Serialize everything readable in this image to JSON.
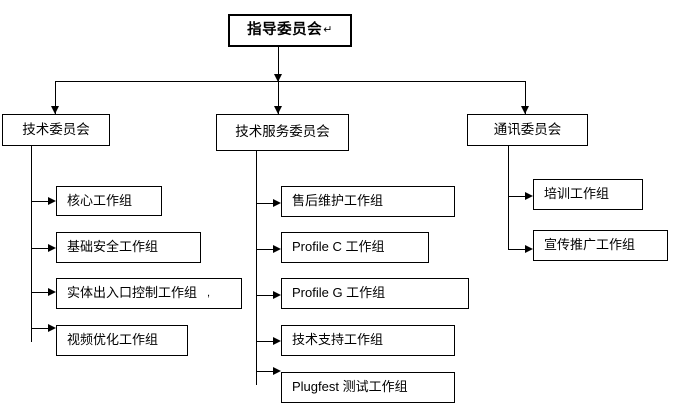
{
  "diagram": {
    "title_text": "指导委员会",
    "root": {
      "label": "指导委员会",
      "pilcrow": "↵"
    },
    "level2": [
      {
        "label": "技术委员会"
      },
      {
        "label": "技术服务委员会"
      },
      {
        "label": "通讯委员会"
      }
    ],
    "branch_tech": [
      {
        "label": "核心工作组"
      },
      {
        "label": "基础安全工作组"
      },
      {
        "label": "实体出入口控制工作组",
        "tail": ","
      },
      {
        "label": "视频优化工作组"
      }
    ],
    "branch_service": [
      {
        "label": "售后维护工作组"
      },
      {
        "label": "Profile C 工作组"
      },
      {
        "label": "Profile G 工作组"
      },
      {
        "label": "技术支持工作组"
      },
      {
        "label": "Plugfest 测试工作组"
      }
    ],
    "branch_comm": [
      {
        "label": "培训工作组"
      },
      {
        "label": "宣传推广工作组"
      }
    ],
    "colors": {
      "line": "#000000",
      "box_border": "#000000",
      "box_fill": "#ffffff",
      "text": "#000000",
      "background": "#ffffff"
    }
  }
}
